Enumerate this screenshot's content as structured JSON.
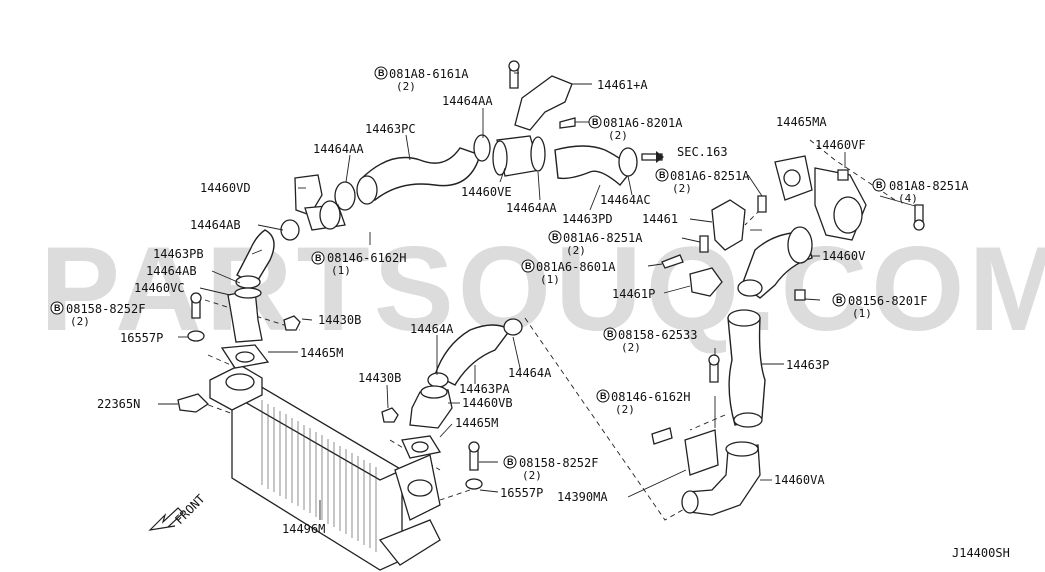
{
  "diagram": {
    "code": "J14400SH",
    "watermark": "PARTSOUQ.COM",
    "front_label": "FRONT",
    "sec_ref": "SEC.163",
    "bolt_symbol": "B"
  },
  "labels": {
    "l14461_plus_a": "14461+A",
    "b081a8_6161a": "081A8-6161A",
    "q2_a": "(2)",
    "l14464aa_top": "14464AA",
    "b081a6_8201a": "081A6-8201A",
    "q2_b": "(2)",
    "l14463pc": "14463PC",
    "l14464aa_left": "14464AA",
    "l14460vd": "14460VD",
    "l14460ve": "14460VE",
    "l14464aa_mid": "14464AA",
    "l14464ac": "14464AC",
    "l14463pd": "14463PD",
    "l14464ab_a": "14464AB",
    "b08146_6162h_a": "08146-6162H",
    "q1_a": "(1)",
    "l14463pb": "14463PB",
    "l14464ab_b": "14464AB",
    "l14460vc": "14460VC",
    "b08158_8252f_a": "08158-8252F",
    "q2_c": "(2)",
    "l14430b_a": "14430B",
    "l16557p_a": "16557P",
    "l14465m_a": "14465M",
    "l22365n": "22365N",
    "l14464a_a": "14464A",
    "l14464a_b": "14464A",
    "l14463pa": "14463PA",
    "l14430b_b": "14430B",
    "l14460vb": "14460VB",
    "l14465m_b": "14465M",
    "b08158_8252f_b": "08158-8252F",
    "q2_d": "(2)",
    "l16557p_b": "16557P",
    "l14496m": "14496M",
    "l14465ma": "14465MA",
    "l14460vf": "14460VF",
    "b081a6_8251a_a": "081A6-8251A",
    "q2_e": "(2)",
    "b081a8_8251a": "081A8-8251A",
    "q4": "(4)",
    "l14461": "14461",
    "b081a6_8251a_b": "081A6-8251A",
    "q2_f": "(2)",
    "l14460v": "14460V",
    "b081a6_8601a": "081A6-8601A",
    "q1_b": "(1)",
    "l14461p": "14461P",
    "b08156_8201f": "08156-8201F",
    "q1_c": "(1)",
    "b08158_62533": "08158-62533",
    "q2_g": "(2)",
    "l14463p": "14463P",
    "b08146_6162h_b": "08146-6162H",
    "q2_h": "(2)",
    "l14390ma": "14390MA",
    "l14460va": "14460VA"
  }
}
